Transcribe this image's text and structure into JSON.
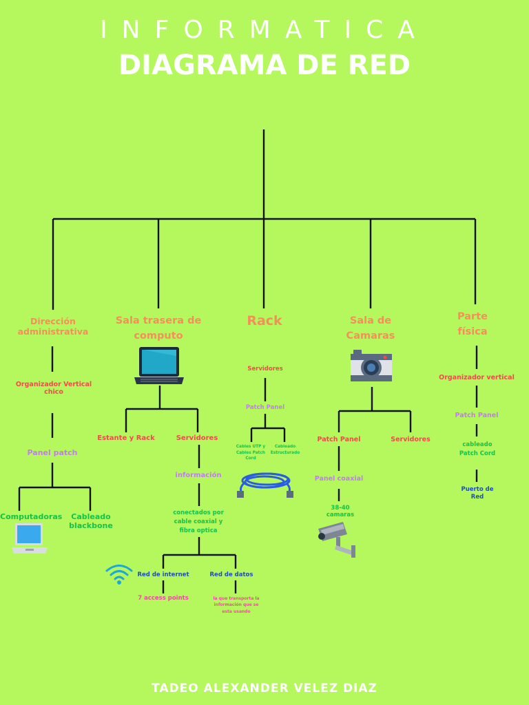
{
  "header": {
    "title": "INFORMATICA",
    "subtitle": "DIAGRAMA DE RED"
  },
  "footer": {
    "author": "TADEO ALEXANDER VELEZ DIAZ"
  },
  "colors": {
    "background": "#b5f85d",
    "title": "#ffffff",
    "branch_orange": "#f58f5a",
    "item_red": "#ee4b4b",
    "item_purple": "#c07cf0",
    "item_green": "#14c24a",
    "item_blue": "#1f4fb4",
    "item_pink": "#f04aa0",
    "lines": "#111111"
  },
  "branches": {
    "direccion": {
      "label": "Dirección administrativa",
      "organizador": "Organizador Vertical chico",
      "panel_patch": "Panel patch",
      "computadoras": "Computadoras",
      "cableado": "Cableado blackbone",
      "icon": "laptop-icon"
    },
    "sala_trasera": {
      "label": "Sala trasera de computo",
      "estante": "Estante y Rack",
      "servidores": "Servidores",
      "informacion": "información",
      "conectados": "conectados por cable coaxial y fibra optica",
      "red_internet": "Red de internet",
      "access_points": "7 access points",
      "red_datos": "Red de datos",
      "red_datos_desc": "la que transporta la información que se esta usando",
      "icons": [
        "laptop-icon",
        "wifi-icon"
      ]
    },
    "rack": {
      "label": "Rack",
      "servidores": "Servidores",
      "patch_panel": "Patch Panel",
      "cables_utp": "Cables UTP y Cables Patch Cord",
      "cableado_estructurado": "Cableado Estructurado",
      "icon": "network-cable-icon"
    },
    "sala_camaras": {
      "label": "Sala de Camaras",
      "patch_panel": "Patch Panel",
      "servidores": "Servidores",
      "panel_coaxial": "Panel coaxial",
      "camaras": "38-40 camaras",
      "icons": [
        "camera-icon",
        "security-camera-icon"
      ]
    },
    "parte_fisica": {
      "label": "Parte física",
      "organizador": "Organizador vertical",
      "patch_panel": "Patch Panel",
      "cableado": "cableado Patch Cord",
      "puerto": "Puerto de Red"
    }
  }
}
